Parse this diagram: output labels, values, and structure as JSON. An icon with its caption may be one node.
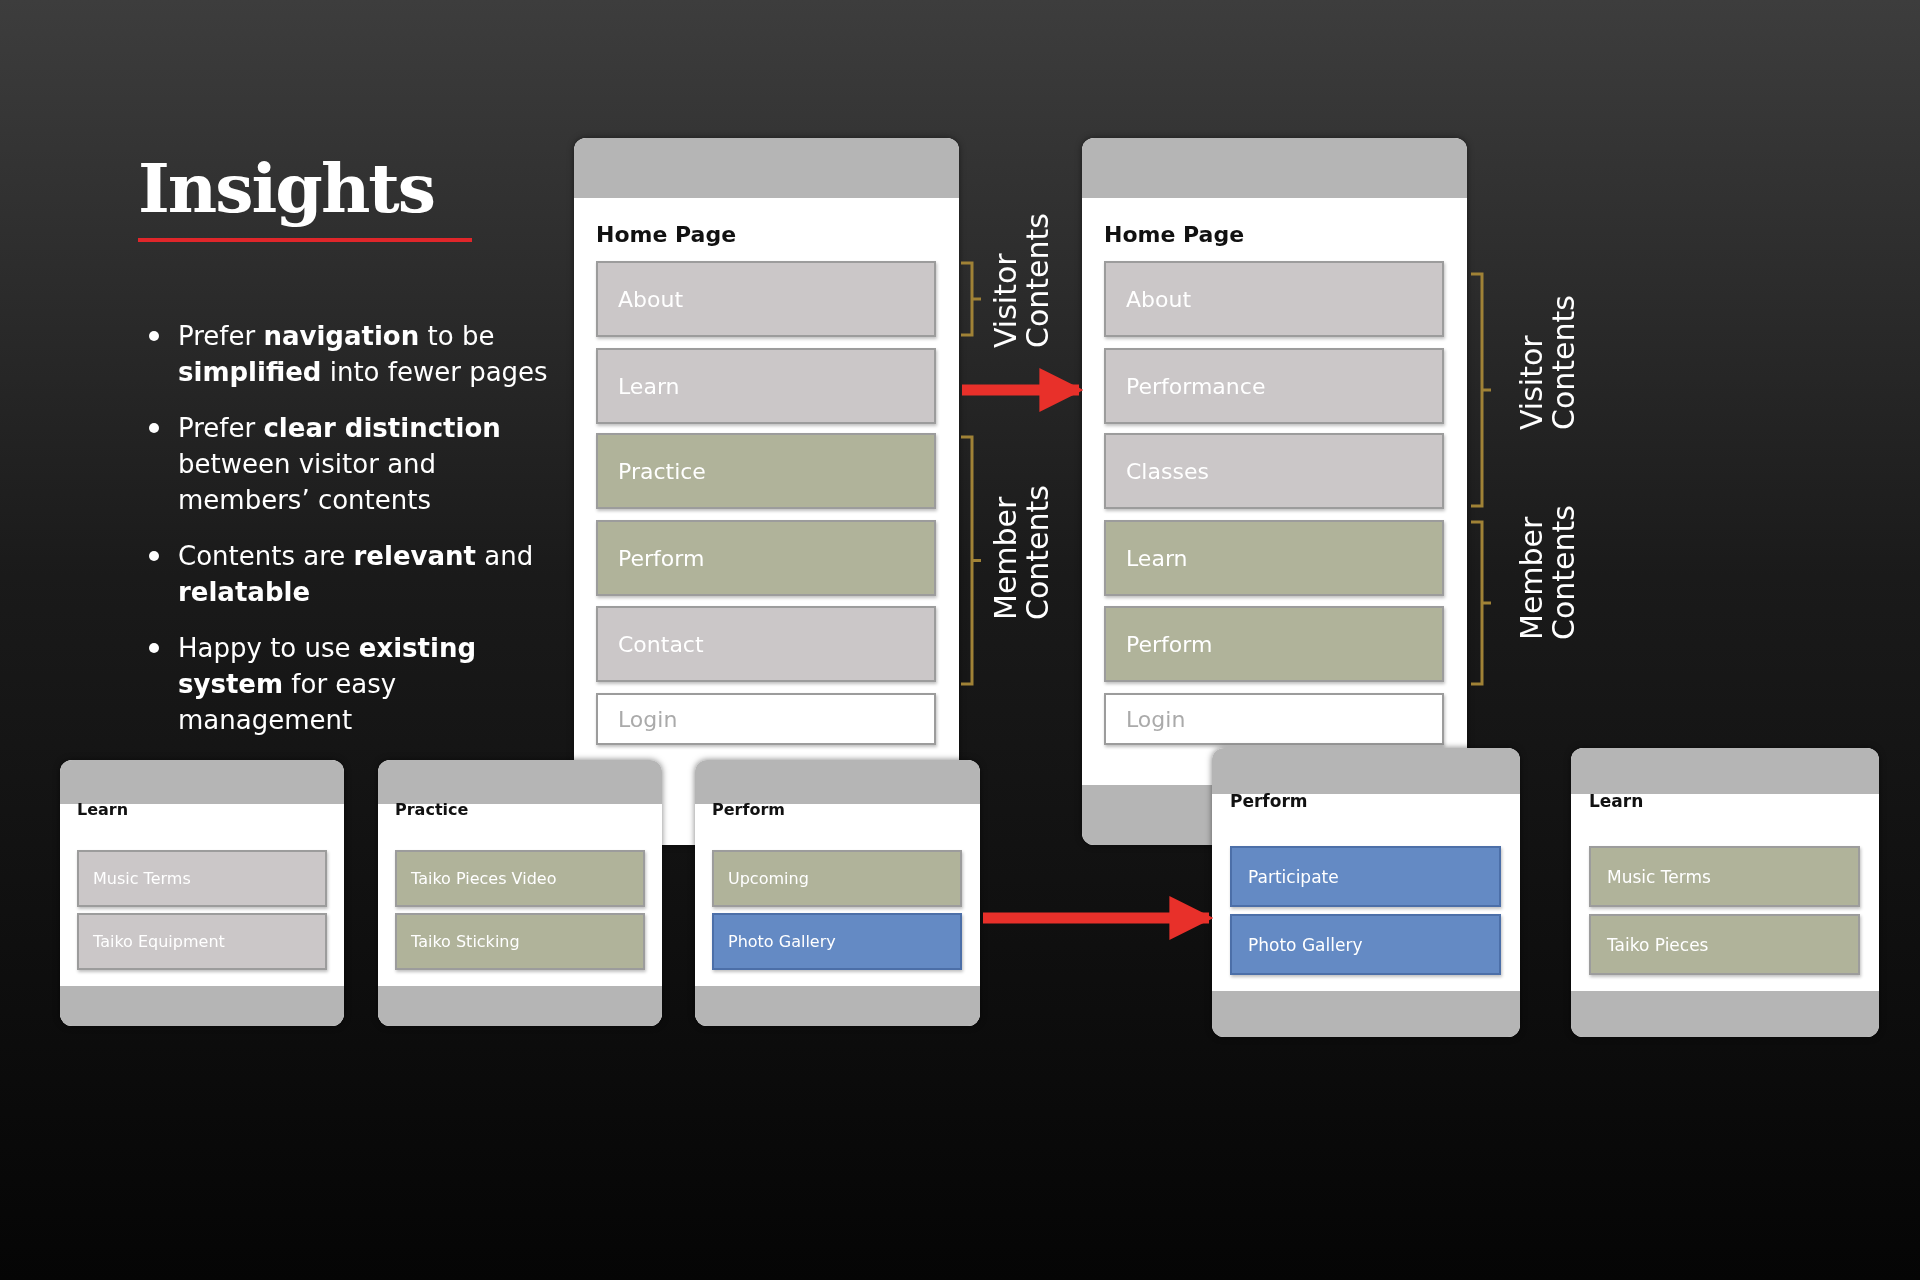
{
  "diagram": {
    "title": "Insights",
    "nodes": [
      {
        "text": [
          "Home Page"
        ]
      },
      {
        "text": [
          "About"
        ],
        "in": 0
      },
      {
        "text": [
          "Learn"
        ],
        "in": 0
      },
      {
        "text": [
          "Practice"
        ],
        "in": 0
      },
      {
        "text": [
          "Perform"
        ],
        "in": 0
      },
      {
        "text": [
          "Contact"
        ],
        "in": 0
      },
      {
        "text": [
          "Login"
        ],
        "in": 0
      },
      {
        "text": [
          "Home Page"
        ]
      },
      {
        "text": [
          "About"
        ],
        "in": 7
      },
      {
        "text": [
          "Performance"
        ],
        "in": 7
      },
      {
        "text": [
          "Classes"
        ],
        "in": 7
      },
      {
        "text": [
          "Learn"
        ],
        "in": 7
      },
      {
        "text": [
          "Perform"
        ],
        "in": 7
      },
      {
        "text": [
          "Login"
        ],
        "in": 7
      },
      {
        "text": [
          "Learn"
        ]
      },
      {
        "text": [
          "Music Terms"
        ],
        "in": 14
      },
      {
        "text": [
          "Taiko Equipment"
        ],
        "in": 14
      },
      {
        "text": [
          "Practice"
        ]
      },
      {
        "text": [
          "Taiko Pieces Video"
        ],
        "in": 17
      },
      {
        "text": [
          "Taiko Sticking"
        ],
        "in": 17
      },
      {
        "text": [
          "Perform"
        ]
      },
      {
        "text": [
          "Upcoming"
        ],
        "in": 20
      },
      {
        "text": [
          "Photo Gallery"
        ],
        "in": 20
      },
      {
        "text": [
          "Perform"
        ]
      },
      {
        "text": [
          "Participate"
        ],
        "in": 23
      },
      {
        "text": [
          "Photo Gallery"
        ],
        "in": 23
      },
      {
        "text": [
          "Learn"
        ]
      },
      {
        "text": [
          "Music Terms"
        ],
        "in": 26
      },
      {
        "text": [
          "Taiko Pieces"
        ],
        "in": 26
      }
    ],
    "edges": [
      {
        "from": 0,
        "to": 7,
        "arrow": "to"
      },
      {
        "from": 20,
        "to": 23,
        "arrow": "to"
      }
    ],
    "labels": [
      "Prefer **navigation** to be **simplified** into fewer pages",
      "Prefer **clear distinction** between visitor and members’ contents",
      "Contents are **relevant** and **relatable**",
      "Happy to use **existing system** for easy management",
      "Visitor Contents",
      "Member Contents",
      "Visitor Contents",
      "Member Contents"
    ]
  }
}
